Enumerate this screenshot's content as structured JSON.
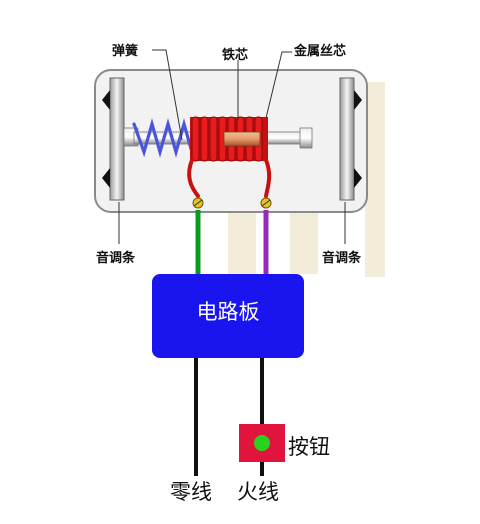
{
  "labels": {
    "spring": "弹簧",
    "iron_core": "铁芯",
    "metal_wire_core": "金属丝芯",
    "tone_bar_left": "音调条",
    "tone_bar_right": "音调条",
    "circuit_board": "电路板",
    "button": "按钮",
    "neutral_wire": "零线",
    "live_wire": "火线"
  },
  "colors": {
    "housing_fill": "#f2f2f2",
    "coil": "#e81c1c",
    "spring": "#4a55d8",
    "board": "#1a14ee",
    "green_wire": "#0a9b1e",
    "purple_wire": "#9a28b8",
    "button_box": "#e0143c",
    "button_led": "#2ad21e",
    "shelf": "#f2ecd8"
  }
}
